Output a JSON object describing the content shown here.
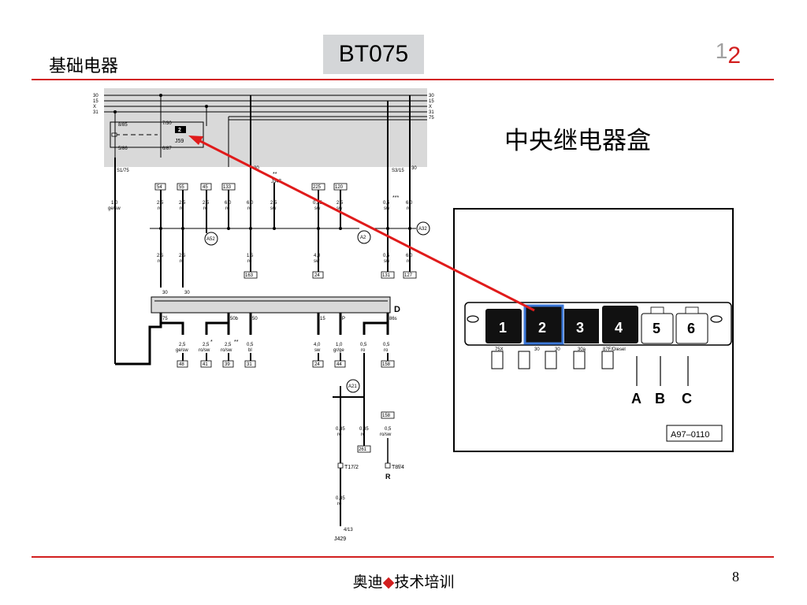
{
  "header": {
    "topic": "基础电器",
    "code": "BT075",
    "page_prev": "1",
    "page_cur": "2"
  },
  "title": "中央继电器盒",
  "footer": {
    "brand_a": "奥迪",
    "brand_b": "技术培训",
    "slide_number": "8"
  },
  "bus_labels": [
    "30",
    "15",
    "X",
    "31"
  ],
  "bus_labels_right": [
    "30",
    "15",
    "X",
    "31",
    "75"
  ],
  "relay": {
    "number": "2",
    "name": "J59",
    "terminals": [
      "8/85",
      "7/30",
      "6/87",
      "5/86"
    ]
  },
  "panel_labels": [
    "S1/75",
    "30",
    "**",
    "J347",
    "S3/15",
    "30"
  ],
  "connectors_top": [
    "54",
    "55",
    "45",
    "133",
    "225",
    "120"
  ],
  "wires_top": [
    {
      "size": "1,0",
      "color": "ge/sw"
    },
    {
      "size": "2,5",
      "color": "ro"
    },
    {
      "size": "2,5",
      "color": "ro"
    },
    {
      "size": "2,5",
      "color": "ro"
    },
    {
      "size": "6,0",
      "color": "ro"
    },
    {
      "size": "6,0",
      "color": "ro"
    },
    {
      "size": "2,5",
      "color": "sw"
    },
    {
      "size": "0,35",
      "color": "sw"
    },
    {
      "size": "2,5",
      "color": "sw"
    },
    {
      "size": "0,5",
      "color": "sw"
    },
    {
      "size": "6,0",
      "color": "ro"
    }
  ],
  "triple_star": "***",
  "splices": [
    "A52",
    "A2",
    "A32",
    "A21"
  ],
  "wires_mid": [
    {
      "size": "2,5",
      "color": "ro"
    },
    {
      "size": "2,5",
      "color": "ro"
    },
    {
      "size": "1,5",
      "color": "ro"
    },
    {
      "size": "4,0",
      "color": "sw"
    },
    {
      "size": "0,5",
      "color": "sw"
    },
    {
      "size": "6,0",
      "color": "ro"
    }
  ],
  "connectors_mid": [
    "163",
    "24",
    "131",
    "127"
  ],
  "switch": {
    "name": "D",
    "terminals_top": [
      "30",
      "30"
    ],
    "terminals_bottom": [
      "75",
      "50b",
      "50",
      "15",
      "P",
      "86s"
    ]
  },
  "wires_low": [
    {
      "size": "2,5",
      "color": "ge/sw"
    },
    {
      "size": "2,5",
      "color": "ro/sw"
    },
    {
      "size": "2,5",
      "color": "ro/sw"
    },
    {
      "size": "0,5",
      "color": "bl"
    },
    {
      "size": "4,0",
      "color": "sw"
    },
    {
      "size": "1,0",
      "color": "gr/ge"
    },
    {
      "size": "0,5",
      "color": "ro"
    },
    {
      "size": "0,5",
      "color": "ro"
    }
  ],
  "stars": [
    "*",
    "**"
  ],
  "connectors_low": [
    "48",
    "41",
    "39",
    "31",
    "24",
    "44",
    "158"
  ],
  "bottom": {
    "wire_a": {
      "size": "0,35",
      "color": "ro"
    },
    "wire_b": {
      "size": "0,35",
      "color": "ro"
    },
    "wire_c": {
      "size": "0,5",
      "color": "ro/sw"
    },
    "wire_d": {
      "size": "0,35",
      "color": "ro"
    },
    "connector_158": "158",
    "connector_261": "261",
    "plug_t17": "T17/2",
    "plug_t8": "T8f/4",
    "letter_r": "R",
    "j429_pin": "4/13",
    "j429": "J429"
  },
  "relay_box": {
    "slots": [
      "1",
      "2",
      "3",
      "4",
      "5",
      "6"
    ],
    "slot_labels": [
      "75X",
      "30",
      "30",
      "30a",
      "87F/Diesel"
    ],
    "letters": [
      "A",
      "B",
      "C"
    ],
    "ref": "A97–0110"
  },
  "colors": {
    "accent_red": "#d21f1f",
    "highlight_blue": "#3c78d8",
    "panel_gray": "#d9d9d9",
    "header_box": "#d4d6d8"
  }
}
